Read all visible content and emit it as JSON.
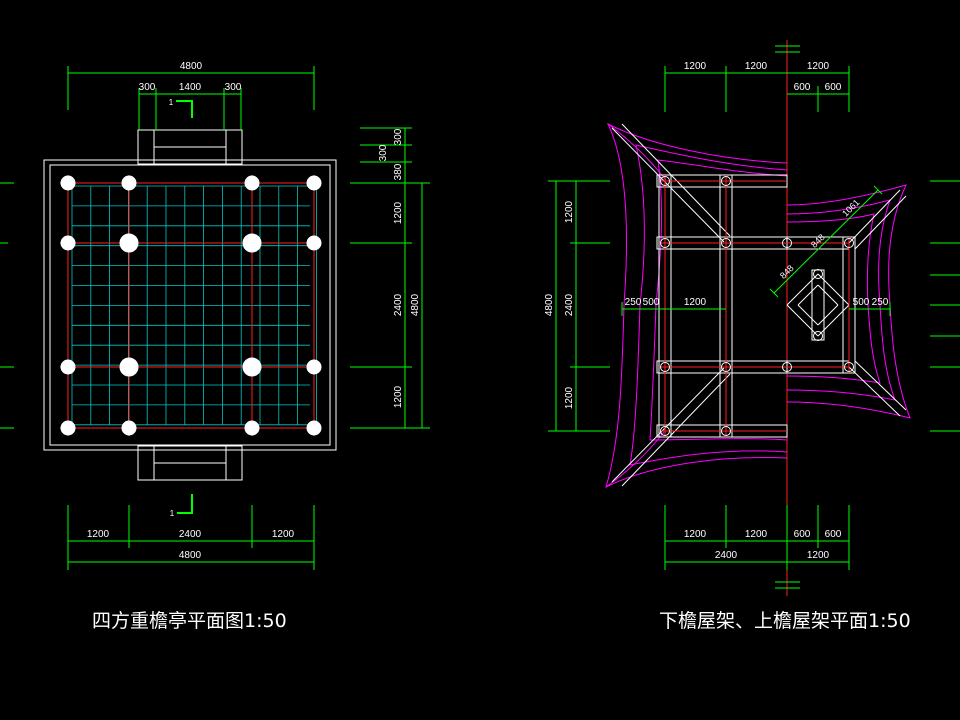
{
  "titles": {
    "left": "四方重檐亭平面图1:50",
    "right": "下檐屋架、上檐屋架平面1:50"
  },
  "section_mark": "1",
  "left_plan": {
    "top_dims": [
      "4800",
      "300",
      "1400",
      "300"
    ],
    "bottom_dims": [
      "1200",
      "2400",
      "1200",
      "4800"
    ],
    "right_dims": [
      "300",
      "300",
      "380",
      "1200",
      "2400",
      "1200",
      "4800"
    ]
  },
  "right_plan": {
    "top_dims": [
      "1200",
      "1200",
      "1200",
      "600",
      "600"
    ],
    "bottom_dims": [
      "1200",
      "1200",
      "600",
      "600",
      "2400",
      "1200"
    ],
    "left_dims": [
      "4800",
      "1200",
      "2400",
      "1200"
    ],
    "mid_dims": [
      "250",
      "500",
      "1200",
      "500",
      "250"
    ],
    "diag_dims": [
      "848",
      "848",
      "1061"
    ]
  },
  "colors": {
    "dimension": "#00ff00",
    "structure": "#ffffff",
    "axis": "#ff2020",
    "grid": "#00c8c8",
    "eave": "#ff00ff"
  }
}
